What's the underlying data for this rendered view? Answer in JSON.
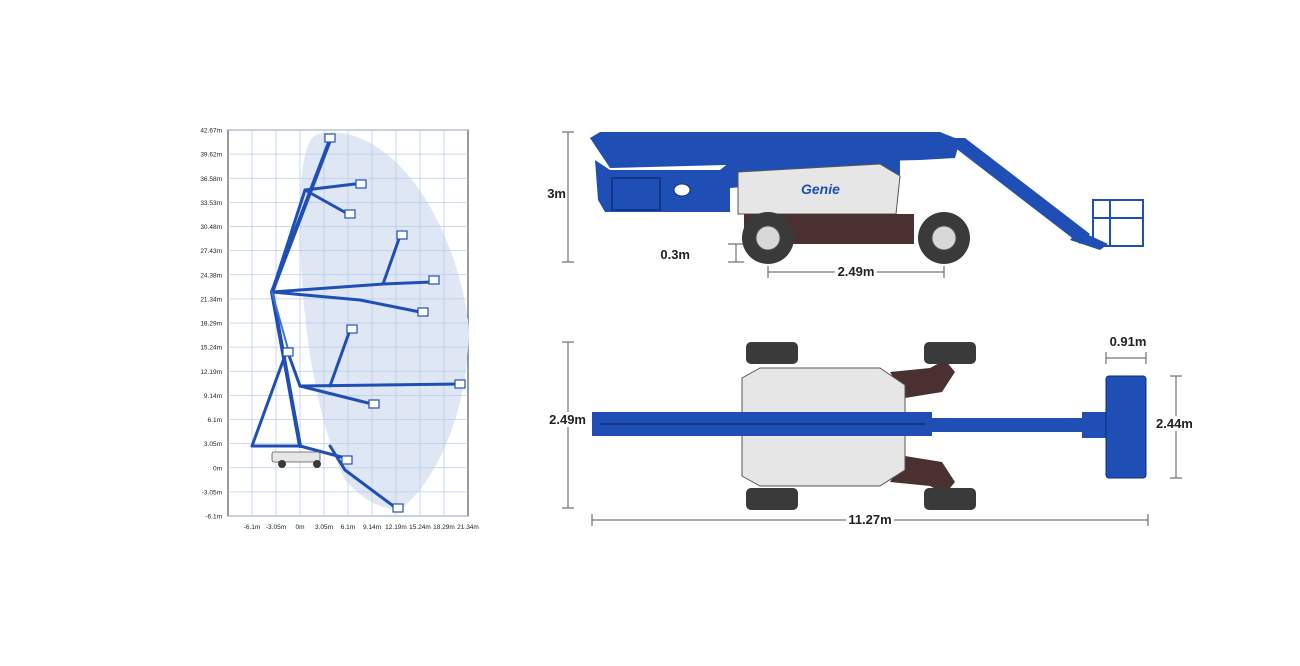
{
  "range_chart": {
    "y_ticks": [
      "42.67m",
      "39.62m",
      "36.58m",
      "33.53m",
      "30.48m",
      "27.43m",
      "24.38m",
      "21.34m",
      "18.29m",
      "15.24m",
      "12.19m",
      "9.14m",
      "6.1m",
      "3.05m",
      "0m",
      "-3.05m",
      "-6.1m"
    ],
    "x_ticks": [
      "-6.1m",
      "-3.05m",
      "0m",
      "3.05m",
      "6.1m",
      "9.14m",
      "12.19m",
      "15.24m",
      "18.29m",
      "21.34m"
    ]
  },
  "side_view": {
    "height_label": "3m",
    "clearance_label": "0.3m",
    "wheelbase_label": "2.49m",
    "logo": "Genie"
  },
  "top_view": {
    "width_label": "2.49m",
    "platform_depth_label": "0.91m",
    "platform_width_label": "2.44m",
    "length_label": "11.27m"
  },
  "colors": {
    "boom_blue": "#1f4fb5",
    "boom_highlight": "#3a72e0",
    "grid": "#b9cdea",
    "envelope": "#dfe7f5",
    "chassis_grey": "#e6e6e6",
    "tire": "#3a3a3a",
    "counterweight": "#4a3030"
  }
}
